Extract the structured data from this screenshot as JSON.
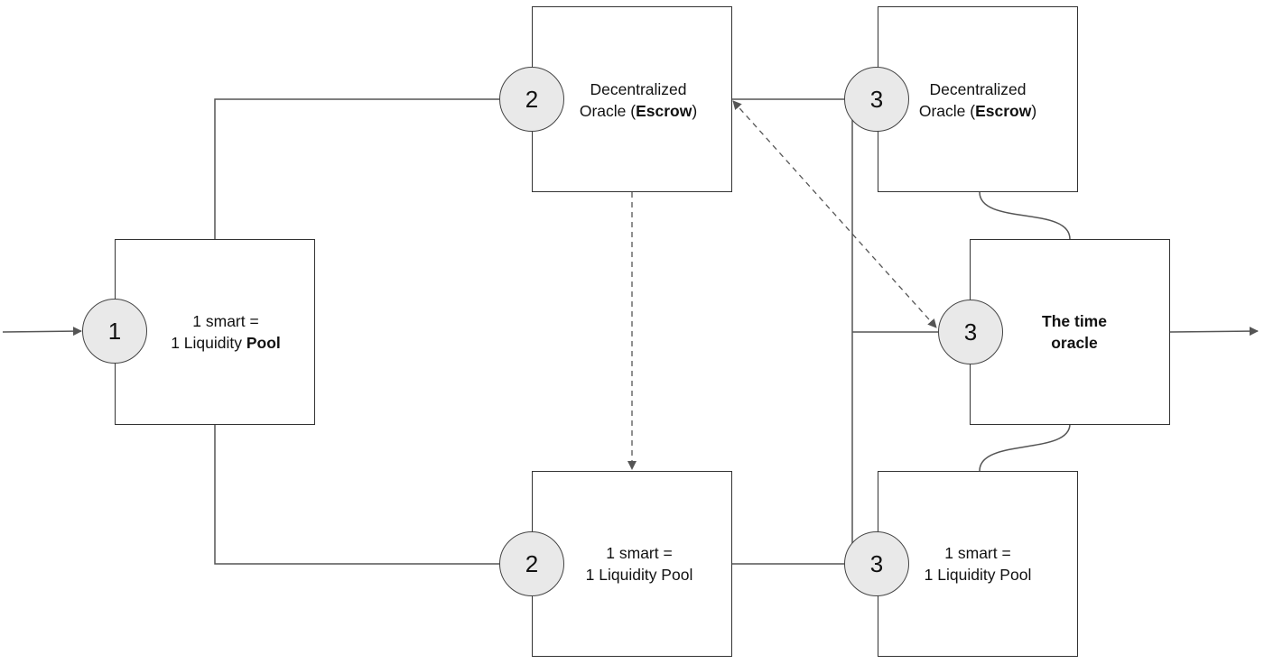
{
  "nodes": {
    "n1": "1",
    "n2_top": "2",
    "n2_bottom": "2",
    "n3_top": "3",
    "n3_mid": "3",
    "n3_bottom": "3"
  },
  "boxes": {
    "pool_1": {
      "line1": "1 smart =",
      "line2_a": "1 Liquidity ",
      "line2_b": "Pool"
    },
    "oracle_2": {
      "line1": "Decentralized",
      "line2_a": "Oracle (",
      "line2_b": "Escrow",
      "line2_c": ")"
    },
    "pool_2": {
      "line1": "1 smart =",
      "line2": "1 Liquidity Pool"
    },
    "oracle_3": {
      "line1": "Decentralized",
      "line2_a": "Oracle (",
      "line2_b": "Escrow",
      "line2_c": ")"
    },
    "time_oracle": {
      "line1": "The time",
      "line2": "oracle"
    },
    "pool_3": {
      "line1": "1 smart =",
      "line2": "1 Liquidity Pool"
    }
  },
  "colors": {
    "line": "#555555",
    "node_fill": "#e9e9e9",
    "box_border": "#333333"
  }
}
